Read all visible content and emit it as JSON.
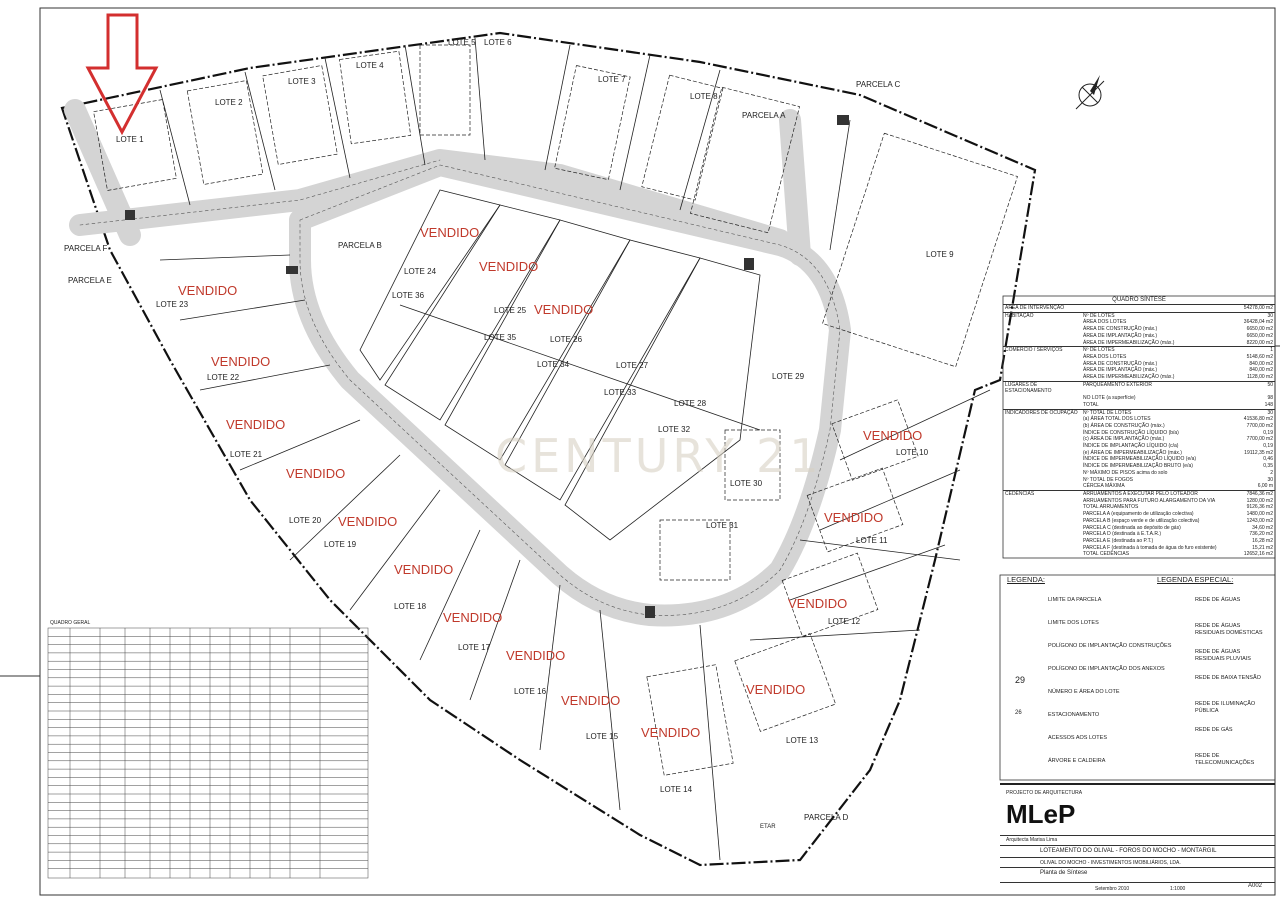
{
  "plan": {
    "watermark": "CENTURY 21",
    "sold_label": "VENDIDO",
    "arrow_color": "#d32f2f",
    "sold_color": "#c0392b",
    "road_color": "#d4d4d4",
    "lots": [
      "LOTE 1",
      "LOTE 2",
      "LOTE 3",
      "LOTE 4",
      "LOTE 5",
      "LOTE 6",
      "LOTE 7",
      "LOTE 8",
      "LOTE 9",
      "LOTE 10",
      "LOTE 11",
      "LOTE 12",
      "LOTE 13",
      "LOTE 14",
      "LOTE 15",
      "LOTE 16",
      "LOTE 17",
      "LOTE 18",
      "LOTE 19",
      "LOTE 20",
      "LOTE 21",
      "LOTE 22",
      "LOTE 23",
      "LOTE 24",
      "LOTE 25",
      "LOTE 26",
      "LOTE 27",
      "LOTE 28",
      "LOTE 29",
      "LOTE 30",
      "LOTE 31",
      "LOTE 32",
      "LOTE 33",
      "LOTE 34",
      "LOTE 35",
      "LOTE 36"
    ],
    "parcels": {
      "a": "PARCELA A",
      "b": "PARCELA B",
      "c": "PARCELA C",
      "d": "PARCELA D",
      "e": "PARCELA E",
      "f": "PARCELA F"
    },
    "etar": "ETAR"
  },
  "quadro_sintese": {
    "title": "QUADRO SÍNTESE",
    "rows": [
      [
        "ÁREA DE INTERVENÇÃO",
        "",
        "54278,00 m2"
      ],
      [
        "HABITAÇÃO",
        "Nº DE LOTES",
        "30"
      ],
      [
        "",
        "ÁREA DOS LOTES",
        "36428,04 m2"
      ],
      [
        "",
        "ÁREA DE CONSTRUÇÃO (máx.)",
        "6650,00 m2"
      ],
      [
        "",
        "ÁREA DE IMPLANTAÇÃO (máx.)",
        "6650,00 m2"
      ],
      [
        "",
        "ÁREA DE IMPERMEABILIZAÇÃO (máx.)",
        "8220,00 m2"
      ],
      [
        "COMÉRCIO / SERVIÇOS",
        "Nº DE LOTES",
        "1"
      ],
      [
        "",
        "ÁREA DOS LOTES",
        "5148,60 m2"
      ],
      [
        "",
        "ÁREA DE CONSTRUÇÃO (máx.)",
        "840,00 m2"
      ],
      [
        "",
        "ÁREA DE IMPLANTAÇÃO (máx.)",
        "840,00 m2"
      ],
      [
        "",
        "ÁREA DE IMPERMEABILIZAÇÃO (máx.)",
        "1128,00 m2"
      ],
      [
        "LUGARES DE ESTACIONAMENTO",
        "PARQUEAMENTO EXTERIOR",
        "50"
      ],
      [
        "",
        "NO LOTE (a superfície)",
        "98"
      ],
      [
        "",
        "TOTAL",
        "148"
      ],
      [
        "INDICADORES DE OCUPAÇÃO",
        "Nº TOTAL DE LOTES",
        "30"
      ],
      [
        "",
        "(a) ÁREA TOTAL DOS LOTES",
        "41536,80 m2"
      ],
      [
        "",
        "(b) ÁREA DE CONSTRUÇÃO (máx.)",
        "7700,00 m2"
      ],
      [
        "",
        "ÍNDICE DE CONSTRUÇÃO LÍQUIDO (b/a)",
        "0,19"
      ],
      [
        "",
        "(c) ÁREA DE IMPLANTAÇÃO (máx.)",
        "7700,00 m2"
      ],
      [
        "",
        "ÍNDICE DE IMPLANTAÇÃO LÍQUIDO (c/a)",
        "0,19"
      ],
      [
        "",
        "(e) ÁREA DE IMPERMEABILIZAÇÃO (máx.)",
        "19112,35 m2"
      ],
      [
        "",
        "ÍNDICE DE IMPERMEABILIZAÇÃO LÍQUIDO (e/a)",
        "0,46"
      ],
      [
        "",
        "ÍNDICE DE IMPERMEABILIZAÇÃO BRUTO (e/a)",
        "0,35"
      ],
      [
        "",
        "Nº MÁXIMO DE PISOS acima do solo",
        "2"
      ],
      [
        "",
        "Nº TOTAL DE FOGOS",
        "30"
      ],
      [
        "",
        "CÉRCEA MÁXIMA",
        "6,00 m"
      ],
      [
        "CEDÊNCIAS",
        "ARRUAMENTOS A EXECUTAR PELO LOTEADOR",
        "7846,36 m2"
      ],
      [
        "",
        "ARRUAMENTOS PARA FUTURO ALARGAMENTO DA VIA",
        "1280,00 m2"
      ],
      [
        "",
        "TOTAL ARRUAMENTOS",
        "9126,36 m2"
      ],
      [
        "",
        "PARCELA A (equipamento de utilização colectiva)",
        "1480,00 m2"
      ],
      [
        "",
        "PARCELA B (espaço verde e de utilização colectiva)",
        "1243,00 m2"
      ],
      [
        "",
        "PARCELA C (destinada ao depósito de gás)",
        "34,60 m2"
      ],
      [
        "",
        "PARCELA D (destinada à E.T.A.R.)",
        "736,20 m2"
      ],
      [
        "",
        "PARCELA E (destinada ao P.T.)",
        "16,28 m2"
      ],
      [
        "",
        "PARCELA F (destinada à tomada de água do furo existente)",
        "15,21 m2"
      ],
      [
        "",
        "TOTAL CEDÊNCIAS",
        "12652,16 m2"
      ]
    ]
  },
  "legend": {
    "title": "LEGENDA:",
    "special_title": "LEGENDA ESPECIAL:",
    "items": [
      "LIMITE DA PARCELA",
      "LIMITE DOS LOTES",
      "POLÍGONO DE IMPLANTAÇÃO CONSTRUÇÕES",
      "POLÍGONO DE IMPLANTAÇÃO DOS ANEXOS",
      "NÚMERO E ÁREA DO LOTE",
      "ESTACIONAMENTO",
      "ACESSOS AOS LOTES",
      "ÁRVORE E CALDEIRA"
    ],
    "lot_number_sample": "29",
    "parking_sample": "26",
    "special_items": [
      "REDE DE ÁGUAS",
      "REDE DE ÁGUAS RESIDUAIS DOMÉSTICAS",
      "REDE DE ÁGUAS RESIDUAIS PLUVIAIS",
      "REDE DE BAIXA TENSÃO",
      "REDE DE ILUMINAÇÃO PÚBLICA",
      "REDE DE GÁS",
      "REDE DE TELECOMUNICAÇÕES"
    ]
  },
  "title_block": {
    "project_label": "PROJECTO DE ARQUITECTURA",
    "logo": "MLeP",
    "architect": "Arquitecta Marisa Lima",
    "title": "LOTEAMENTO DO OLIVAL - FOROS DO MOCHO - MONTARGIL",
    "owner": "OLIVAL DO MOCHO - INVESTIMENTOS IMOBILIÁRIOS, LDA.",
    "drawing": "Planta de Síntese",
    "drawing_no": "A002",
    "date": "Setembro 2010",
    "scale": "1:1000"
  },
  "quadro_geral": {
    "title": "QUADRO GERAL"
  }
}
